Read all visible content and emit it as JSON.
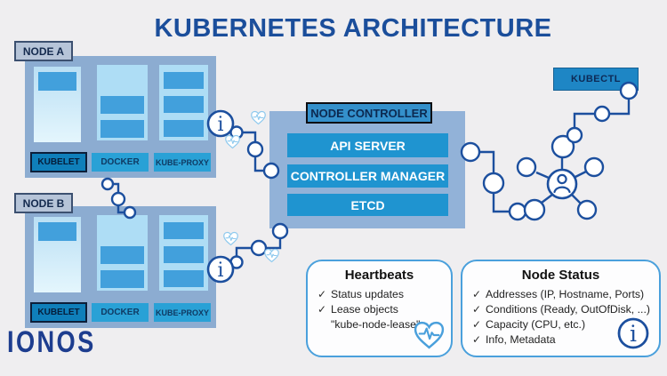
{
  "title": "KUBERNETES ARCHITECTURE",
  "brand": "IONOS",
  "nodes": [
    {
      "label": "NODE A",
      "components": [
        "KUBELET",
        "DOCKER",
        "KUBE-PROXY"
      ]
    },
    {
      "label": "NODE B",
      "components": [
        "KUBELET",
        "DOCKER",
        "KUBE-PROXY"
      ]
    }
  ],
  "controller": {
    "label": "NODE CONTROLLER",
    "components": [
      "API SERVER",
      "CONTROLLER MANAGER",
      "ETCD"
    ]
  },
  "kubectl": {
    "label": "KUBECTL"
  },
  "heartbeats": {
    "title": "Heartbeats",
    "items": [
      "Status updates",
      "Lease objects"
    ],
    "sub_item": "\"kube-node-lease\""
  },
  "node_status": {
    "title": "Node Status",
    "items": [
      "Addresses (IP, Hostname, Ports)",
      "Conditions (Ready, OutOfDisk, ...)",
      "Capacity (CPU, etc.)",
      "Info, Metadata"
    ]
  },
  "icons": {
    "info_glyph": "i",
    "check_glyph": "✓"
  },
  "colors": {
    "background": "#efeef0",
    "title_navy": "#1b4e9b",
    "line_blue": "#1c4f9e",
    "node_fill": "#8cacd1",
    "node_label_fill": "#b6c4d8",
    "pod_fill": "#aeddf5",
    "pod_bar": "#42a0dc",
    "kubelet_fill": "#0f7fba",
    "component_fill": "#29a1d6",
    "controller_body": "#92b2d8",
    "controller_header": "#3490cb",
    "controller_bar": "#1f94d0",
    "kubectl_fill": "#1e86c5",
    "heart_light": "#8ec9ee",
    "heart_accent": "#4aa0dc",
    "panel_border": "#4aa0dc"
  }
}
